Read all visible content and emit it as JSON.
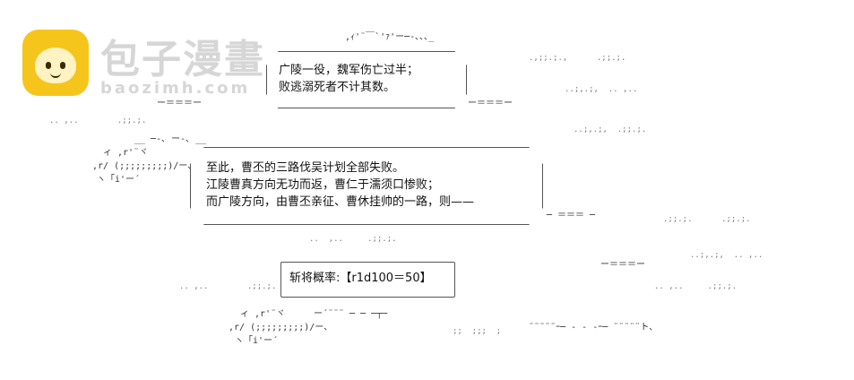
{
  "watermark": {
    "title": "包子漫畫",
    "url": "baozimh.com"
  },
  "dialogue": {
    "bubble1": [
      "广陵一役，魏军伤亡过半；",
      "败逃溺死者不计其数。"
    ],
    "bubble2": [
      "至此，曹丕的三路伐吴计划全部失败。",
      "江陵曹真方向无功而返，曹仁于濡须口惨败；",
      "而广陵方向，由曹丕亲征、曹休挂帅的一路，则——"
    ],
    "roll": "斩将概率:【r1d100＝50】"
  },
  "ascii_art": {
    "top_line": ",ｨ'¨￣`'ｧ'ー─‐､､､_",
    "ship1_a": "ィ ,r'¨ヾ",
    "ship1_b": ",r/ (;;;;;;;;;)/ー､",
    "ship1_c": "ヽ「i'ー´",
    "ship2_a": "ィ ,r'¨ヾ",
    "ship2_b": ",r/ (;;;;;;;;;)/ー､",
    "ship2_c": "ヽ「i'ー´",
    "wave1": "ー＝＝＝ー",
    "wave2": "ー＝＝＝ー",
    "wave3": "ー＝＝＝ー",
    "wave4": "─ ＝＝＝ ─",
    "mid_line": "__ ─‐､ ー‐､ __",
    "bottom_line": "ー´¨¨¨ ─ ─ ─┬─",
    "tail": "¨¨¨¨¨ｰ─ ‐ ‐ ‐ｰ─ ¨¨¨¨¨ト､"
  }
}
